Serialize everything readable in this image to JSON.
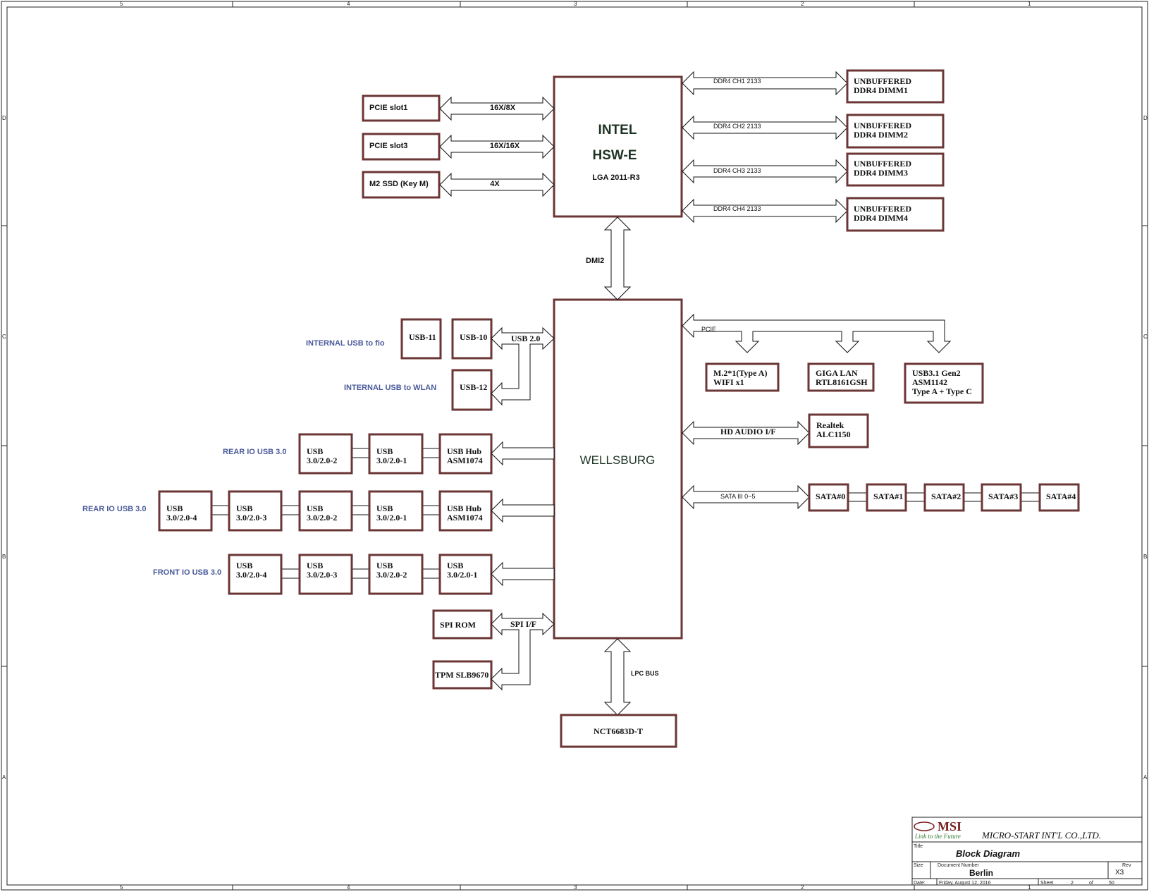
{
  "border": {
    "cols": [
      "5",
      "4",
      "3",
      "2",
      "1"
    ],
    "rows": [
      "D",
      "C",
      "B",
      "A"
    ]
  },
  "cpu": {
    "line1": "INTEL",
    "line2": "HSW-E",
    "line3": "LGA 2011-R3"
  },
  "pch": {
    "label": "WELLSBURG"
  },
  "pcie_slots": [
    {
      "label": "PCIE slot1",
      "link": "16X/8X"
    },
    {
      "label": "PCIE slot3",
      "link": "16X/16X"
    },
    {
      "label": "M2 SSD (Key M)",
      "link": "4X"
    }
  ],
  "dimms": [
    {
      "line1": "UNBUFFERED",
      "line2": "DDR4  DIMM1",
      "bus": "DDR4 CH1 2133"
    },
    {
      "line1": "UNBUFFERED",
      "line2": "DDR4 DIMM2",
      "bus": "DDR4 CH2 2133"
    },
    {
      "line1": "UNBUFFERED",
      "line2": "DDR4 DIMM3",
      "bus": "DDR4 CH3 2133"
    },
    {
      "line1": "UNBUFFERED",
      "line2": "DDR4 DIMM4",
      "bus": "DDR4 CH4 2133"
    }
  ],
  "dmi_label": "DMI2",
  "usb20": {
    "bus": "USB 2.0",
    "usb11": "USB-11",
    "usb10": "USB-10",
    "usb12": "USB-12",
    "note_fio": "INTERNAL USB to fio",
    "note_wlan": "INTERNAL USB to WLAN"
  },
  "pcie_label": "PCIE",
  "pcie_devices": [
    {
      "line1": "M.2*1(Type A)",
      "line2": "WIFI x1",
      "line3": ""
    },
    {
      "line1": "GIGA LAN",
      "line2": "RTL8161GSH",
      "line3": ""
    },
    {
      "line1": "USB3.1 Gen2",
      "line2": "ASM1142",
      "line3": "Type A + Type C"
    }
  ],
  "audio": {
    "bus": "HD AUDIO I/F",
    "line1": "Realtek",
    "line2": "ALC1150"
  },
  "sata": {
    "bus": "SATA III 0~5",
    "ports": [
      "SATA#0",
      "SATA#1",
      "SATA#2",
      "SATA#3",
      "SATA#4"
    ]
  },
  "usb_rows": {
    "rear1": {
      "note": "REAR IO USB 3.0",
      "hub1": "USB Hub",
      "hub2": "ASM1074",
      "ports": [
        {
          "l1": "USB",
          "l2": "3.0/2.0-1"
        },
        {
          "l1": "USB",
          "l2": "3.0/2.0-2"
        }
      ]
    },
    "rear2": {
      "note": "REAR IO USB 3.0",
      "hub1": "USB Hub",
      "hub2": "ASM1074",
      "ports": [
        {
          "l1": "USB",
          "l2": "3.0/2.0-1"
        },
        {
          "l1": "USB",
          "l2": "3.0/2.0-2"
        },
        {
          "l1": "USB",
          "l2": "3.0/2.0-3"
        },
        {
          "l1": "USB",
          "l2": "3.0/2.0-4"
        }
      ]
    },
    "front": {
      "note": "FRONT IO USB 3.0",
      "ports": [
        {
          "l1": "USB",
          "l2": "3.0/2.0-1"
        },
        {
          "l1": "USB",
          "l2": "3.0/2.0-2"
        },
        {
          "l1": "USB",
          "l2": "3.0/2.0-3"
        },
        {
          "l1": "USB",
          "l2": "3.0/2.0-4"
        }
      ]
    }
  },
  "spi": {
    "bus": "SPI I/F",
    "rom": "SPI ROM",
    "tpm": "TPM SLB9670"
  },
  "lpc": {
    "bus": "LPC  BUS",
    "sio": "NCT6683D-T"
  },
  "title_block": {
    "logo": "MSI",
    "tagline": "Link to the Future",
    "company": "MICRO-START INT'L CO.,LTD.",
    "title_lbl": "Title",
    "title": "Block Diagram",
    "size_lbl": "Size",
    "docnum_lbl": "Document Number",
    "doc": "Berlin",
    "rev_lbl": "Rev",
    "rev": "X3",
    "date_lbl": "Date:",
    "date": "Friday, August 12, 2016",
    "sheet_lbl": "Sheet",
    "sheet": "2",
    "of_lbl": "of",
    "total": "50"
  }
}
